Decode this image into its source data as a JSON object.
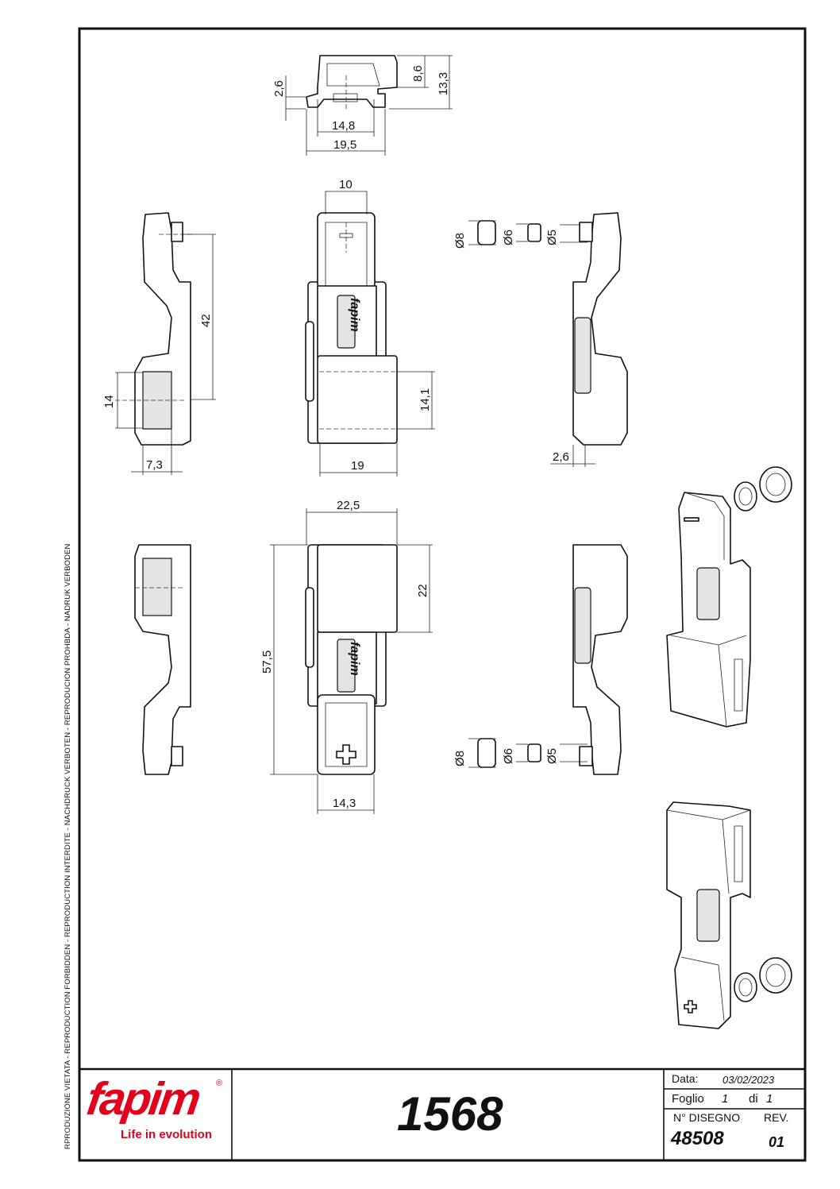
{
  "sheet": {
    "side_notice": "RPRODUZIONE VIETATA - REPRODUCTION FORBIDDEN - REPRODUCTION INTERDITE - NACHDRUCK VERBOTEN - REPRODUCION PROHBDA - NADRUK VERBODEN"
  },
  "dimensions": {
    "top_view": {
      "flange": "2,6",
      "height_cap": "8,6",
      "height_total": "13,3",
      "inner_width": "14,8",
      "outer_width": "19,5"
    },
    "upper_front": {
      "cap_width": "10",
      "body_width": "19",
      "window_height": "14,1"
    },
    "upper_left": {
      "hole_distance": "42",
      "window": "14",
      "depth": "7,3"
    },
    "upper_parts": {
      "d8": "Ø8",
      "d6": "Ø6",
      "d5": "Ø5"
    },
    "upper_right": {
      "offset": "2,6"
    },
    "lower_front": {
      "width": "22,5",
      "window_height": "22",
      "length": "57,5",
      "cap_width": "14,3"
    },
    "lower_parts": {
      "d8": "Ø8",
      "d6": "Ø6",
      "d5": "Ø5"
    }
  },
  "title_block": {
    "brand": "fapim",
    "registered": "®",
    "tagline": "Life in evolution",
    "article": "1568",
    "date_label": "Data:",
    "date": "03/02/2023",
    "sheet_label": "Foglio",
    "sheet_num": "1",
    "of_label": "di",
    "sheet_total": "1",
    "drawing_no_label": "N° DISEGNO",
    "rev_label": "REV.",
    "drawing_no": "48508",
    "rev": "01"
  },
  "colors": {
    "brand_red": "#e3001b",
    "line": "#111111"
  }
}
